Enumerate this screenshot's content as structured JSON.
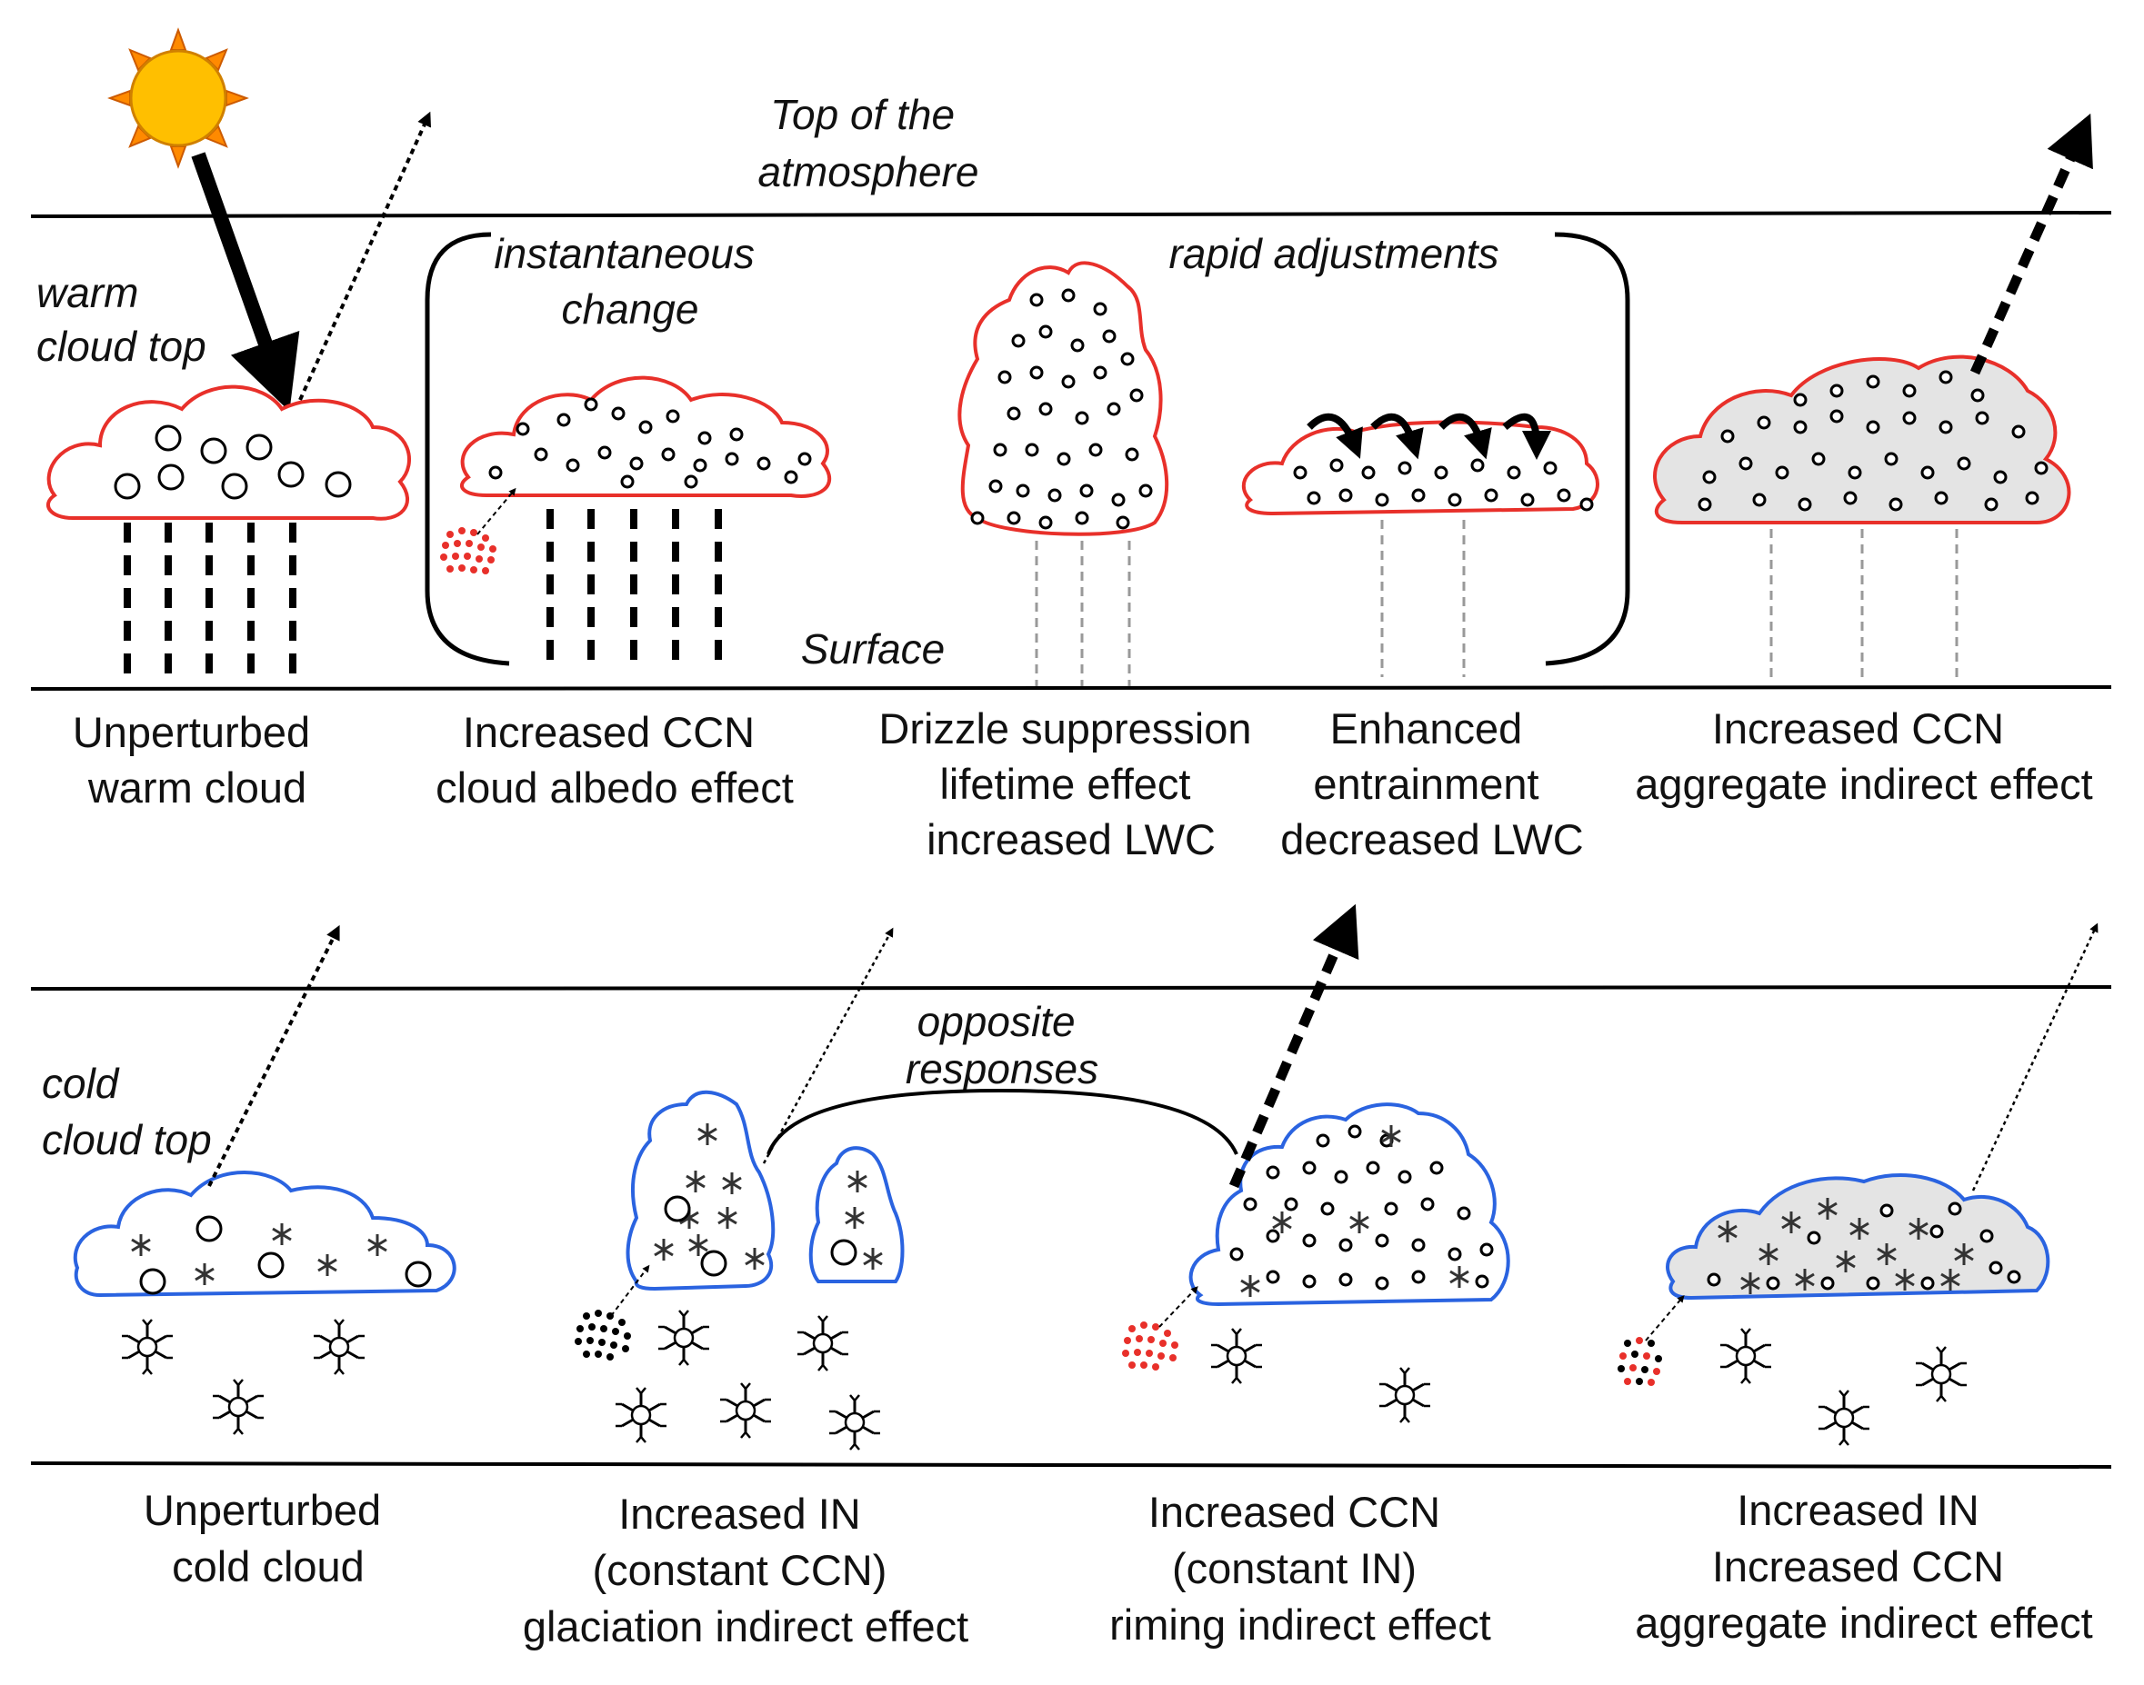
{
  "top_panel": {
    "toa_label": [
      "Top of the",
      "atmosphere"
    ],
    "surface_label": "Surface",
    "cloud_top_label": [
      "warm",
      "cloud top"
    ],
    "bracket_left_label": [
      "instantaneous",
      "change"
    ],
    "bracket_right_label": "rapid adjustments",
    "captions": [
      [
        "Unperturbed",
        "warm cloud"
      ],
      [
        "Increased CCN",
        "cloud albedo effect"
      ],
      [
        "Drizzle suppression",
        "lifetime effect",
        "increased LWC"
      ],
      [
        "Enhanced",
        "entrainment",
        "decreased LWC"
      ],
      [
        "Increased CCN",
        "aggregate indirect effect"
      ]
    ]
  },
  "bottom_panel": {
    "cloud_top_label": [
      "cold",
      "cloud top"
    ],
    "link_label": [
      "opposite",
      "responses"
    ],
    "captions": [
      [
        "Unperturbed",
        "cold cloud"
      ],
      [
        "Increased IN",
        "(constant CCN)",
        "glaciation indirect effect"
      ],
      [
        "Increased CCN",
        "(constant IN)",
        "riming indirect effect"
      ],
      [
        "Increased IN",
        "Increased CCN",
        "aggregate indirect effect"
      ]
    ]
  },
  "colors": {
    "warm_outline": "#e8302a",
    "cold_outline": "#2a63e0",
    "sun": "#ffb300",
    "ccn_particles": "#e8302a",
    "in_particles": "#000000"
  }
}
